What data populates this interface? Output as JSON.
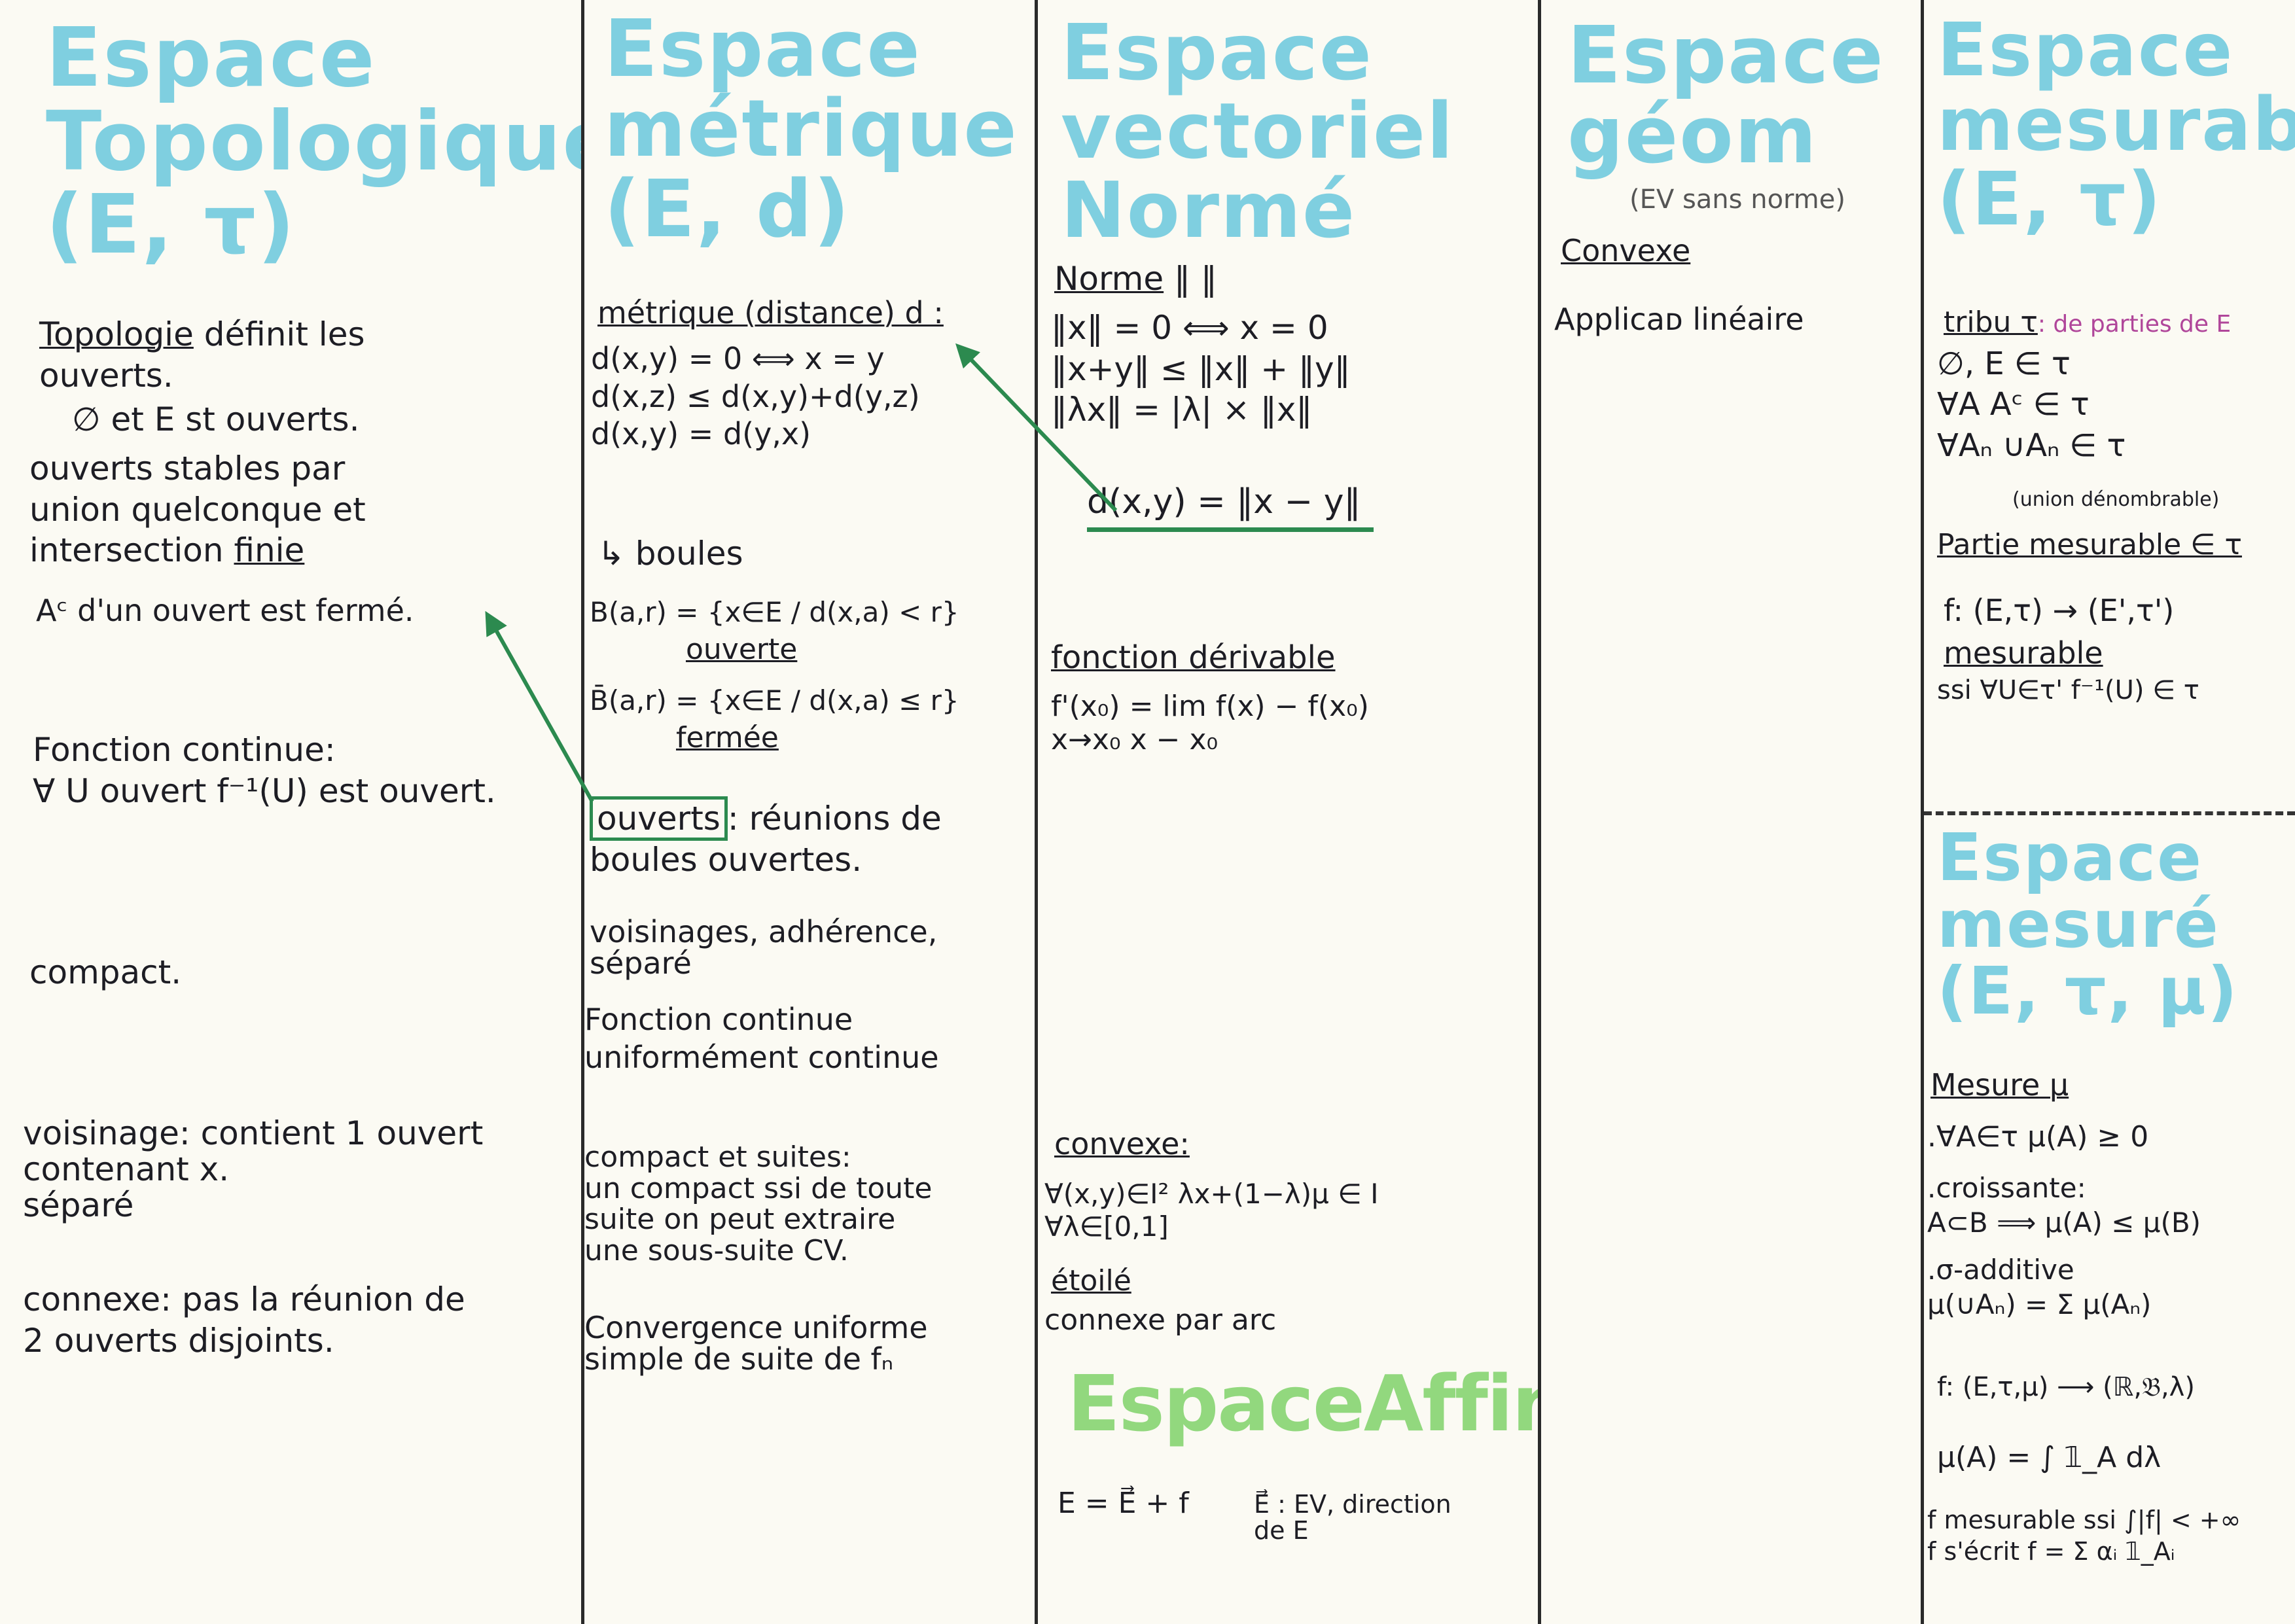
{
  "col1": {
    "title": "Espace\nTopologique\n(E, τ)",
    "topologie_label": "Topologie",
    "topologie_text": " définit les\n      ouverts.",
    "l2": "∅ et E  st ouverts.",
    "l3": "ouverts stables par\nunion quelconque et\nintersection ",
    "finie": "finie",
    "l4": "Aᶜ d'un ouvert est fermé.",
    "l5": "Fonction continue:\n∀ U ouvert  f⁻¹(U) est ouvert.",
    "l6": "compact.",
    "l7": "voisinage: contient 1 ouvert\ncontenant x.\nséparé",
    "l8": "connexe: pas la réunion de\n2 ouverts disjoints."
  },
  "col2": {
    "title": "Espace\nmétrique\n(E, d)",
    "metric_label": "métrique (distance) d :",
    "axioms": "d(x,y) = 0 ⟺ x = y\nd(x,z) ≤ d(x,y)+d(y,z)\nd(x,y) = d(y,x)",
    "boules": "↳ boules",
    "ball_open": "B(a,r) = {x∈E / d(x,a) < r}",
    "ouverte": "ouverte",
    "ball_closed": "B̄(a,r) = {x∈E / d(x,a) ≤ r}",
    "fermee": "fermée",
    "ouverts": "ouverts",
    "ouverts_rest": ": réunions de\nboules ouvertes.",
    "voisinages": "voisinages, adhérence,\nséparé",
    "fonction": "Fonction continue\n   uniformément continue",
    "compact": "compact et suites:\nun compact ssi de toute\nsuite on peut extraire\nune sous-suite CV.",
    "convergence": "Convergence uniforme\nsimple de suite de fₙ"
  },
  "col3": {
    "title": "Espace\nvectoriel\nNormé",
    "norme_label": "Norme",
    "norme_sym": " ‖ ‖",
    "norm_axioms": "‖x‖ = 0 ⟺ x = 0\n‖x+y‖ ≤ ‖x‖ + ‖y‖\n‖λx‖ = |λ| × ‖x‖",
    "dist_from_norm": "d(x,y) = ‖x − y‖",
    "deriv_label": "fonction dérivable",
    "deriv_formula": "f'(x₀) = lim  f(x) − f(x₀)\n      x→x₀    x − x₀",
    "convexe_label": "convexe:",
    "convexe_text": "∀(x,y)∈I²  λx+(1−λ)μ ∈ I\n∀λ∈[0,1]",
    "etoile": "étoilé",
    "connexe_arc": "connexe par arc",
    "affine_title": "EspaceAffine",
    "affine_formula": "E = E⃗ + f",
    "affine_dir": "E⃗ : EV, direction\n        de E"
  },
  "col4": {
    "title": "Espace\ngéom",
    "subtitle": "(EV sans norme)",
    "convexe": "Convexe",
    "applic": "Applicaᴅ linéaire"
  },
  "col5": {
    "title": "Espace\nmesurable\n(E, τ)",
    "tribu_label": "tribu τ",
    "tribu_note": ": de parties de E",
    "tribu_axioms": "∅, E ∈ τ\n∀A   Aᶜ ∈ τ\n∀Aₙ   ∪Aₙ ∈ τ",
    "union_note": "(union dénombrable)",
    "partie": "Partie mesurable ∈ τ",
    "fmap": "f: (E,τ) → (E',τ')",
    "mesurable": "mesurable",
    "ssi": " ssi ∀U∈τ'  f⁻¹(U) ∈ τ",
    "mesure_title": "Espace\nmesuré\n(E, τ, μ)",
    "mesure_label": "Mesure μ",
    "m1": ".∀A∈τ  μ(A) ≥ 0",
    "m2": ".croissante:\n  A⊂B ⟹ μ(A) ≤ μ(B)",
    "m3": ".σ-additive\n  μ(∪Aₙ) = Σ μ(Aₙ)",
    "m4": "f: (E,τ,μ) ⟶ (ℝ,𝔅,λ)",
    "m5": "μ(A) = ∫ 𝟙_A dλ",
    "m6": "f mesurable ssi ∫|f| < +∞\nf s'écrit  f = Σ αᵢ 𝟙_Aᵢ"
  }
}
